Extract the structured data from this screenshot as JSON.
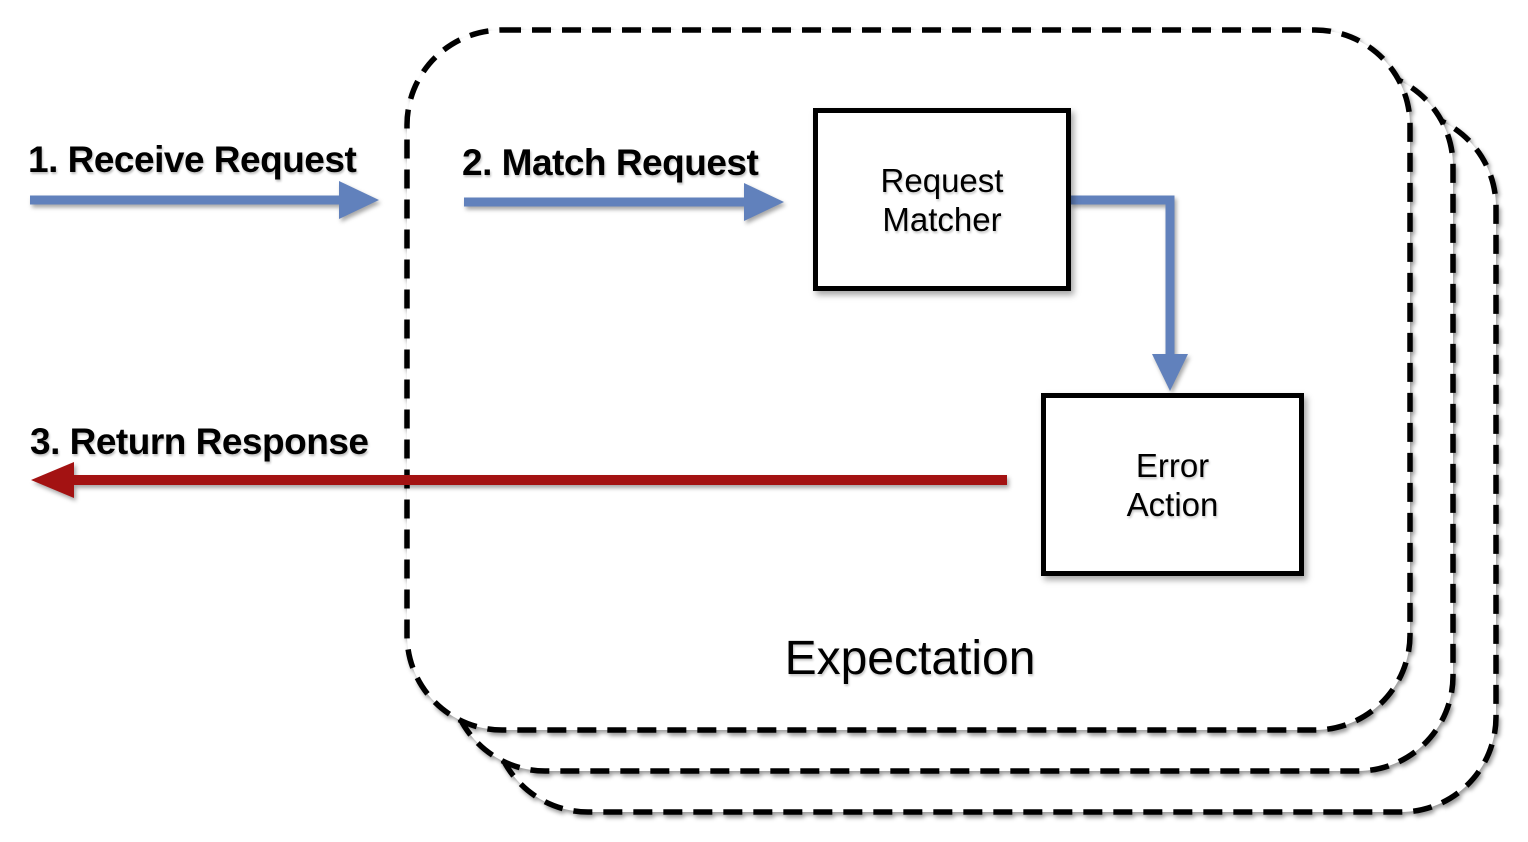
{
  "diagram": {
    "kind": "request-expectation-flow",
    "background": "#FFFFFF"
  },
  "labels": {
    "step1": "1. Receive Request",
    "step2": "2. Match Request",
    "step3": "3. Return Response",
    "container": "Expectation"
  },
  "nodes": {
    "request_matcher": {
      "line1": "Request",
      "line2": "Matcher"
    },
    "error_action": {
      "line1": "Error",
      "line2": "Action"
    }
  },
  "arrows": {
    "receive_request": {
      "direction": "right",
      "color": "#6181BC"
    },
    "match_request": {
      "direction": "right",
      "color": "#6181BC"
    },
    "matcher_to_action": {
      "direction": "right-then-down",
      "color": "#6181BC"
    },
    "return_response": {
      "direction": "left",
      "color": "#A31212"
    }
  },
  "colors": {
    "request_arrow": "#6181BC",
    "response_arrow": "#A31212",
    "outline": "#000000",
    "container_fill": "#FFFFFF"
  }
}
